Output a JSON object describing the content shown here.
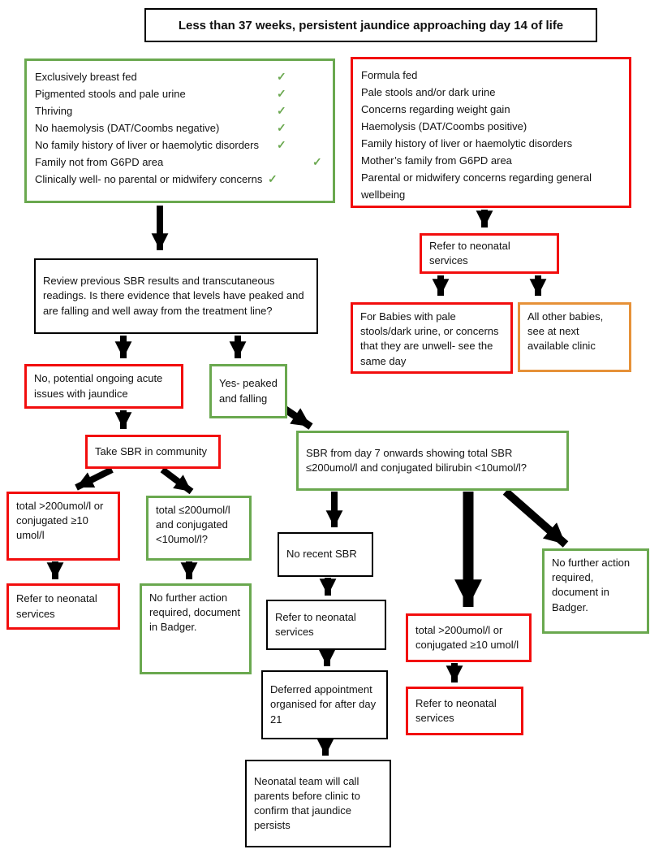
{
  "title": "Less than 37 weeks, persistent jaundice approaching day 14 of life",
  "colors": {
    "green": "#6aa84f",
    "red": "#f20d0d",
    "orange": "#e69138",
    "black": "#000000"
  },
  "check_glyph": "✓",
  "green_criteria": {
    "items": [
      "Exclusively breast fed",
      "Pigmented stools and pale urine",
      "Thriving",
      "No haemolysis (DAT/Coombs negative)",
      "No family history of liver or haemolytic disorders",
      "Family not from G6PD area",
      "Clinically well- no parental or midwifery concerns"
    ]
  },
  "red_criteria": {
    "items": [
      "Formula fed",
      "Pale stools and/or dark urine",
      "Concerns regarding weight gain",
      "Haemolysis (DAT/Coombs positive)",
      "Family history of liver or haemolytic disorders",
      "Mother’s family from G6PD area",
      "Parental or midwifery concerns regarding general wellbeing"
    ]
  },
  "boxes": {
    "review": "Review previous SBR results and transcutaneous readings. Is there evidence that levels have peaked and are falling and well away from the treatment line?",
    "refer_top": "Refer to neonatal services",
    "same_day": "For Babies with pale stools/dark urine, or concerns that they are unwell- see the same day",
    "other_babies": "All other babies, see at next available clinic",
    "no_ongoing": "No, potential ongoing acute issues with jaundice",
    "yes_peaked": "Yes- peaked and falling",
    "take_sbr": "Take SBR in community",
    "total_high_left": "total >200umol/l or conjugated ≥10 umol/l",
    "total_low_left": "total ≤200umol/l and conjugated <10umol/l?",
    "refer_left": "Refer to neonatal services",
    "no_action_left": "No further action required, document in Badger.",
    "sbr_day7": "SBR from day 7 onwards showing total SBR ≤200umol/l and conjugated bilirubin <10umol/l?",
    "no_recent": "No recent SBR",
    "refer_mid": "Refer to neonatal services",
    "deferred": "Deferred appointment organised for after day 21",
    "team_call": "Neonatal team will call parents before clinic to confirm that jaundice persists",
    "total_high_right": "total >200umol/l or conjugated ≥10 umol/l",
    "refer_right": "Refer to neonatal services",
    "no_action_right": "No further action required, document in Badger."
  }
}
